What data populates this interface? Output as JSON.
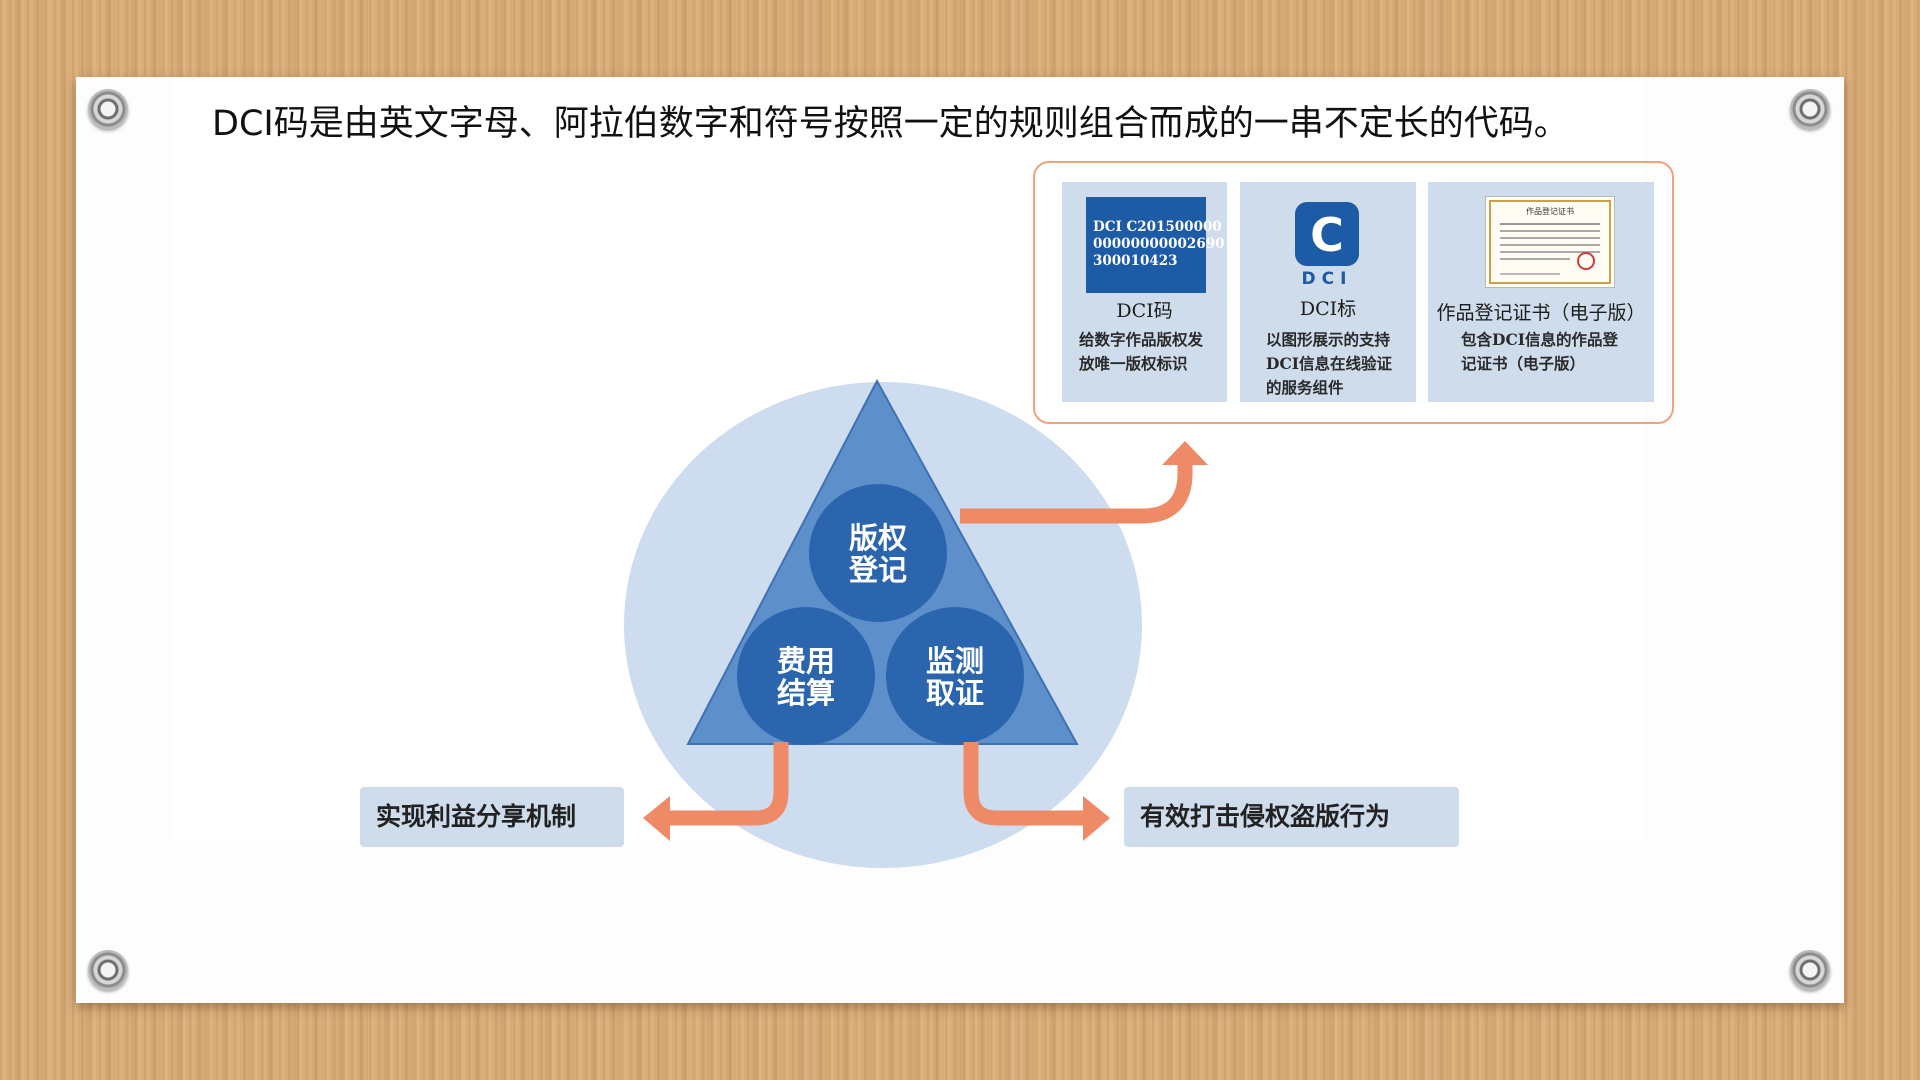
{
  "slide": {
    "headline": "DCI码是由英文字母、阿拉伯数字和符号按照一定的规则组合而成的一串不定长的代码。"
  },
  "cards": [
    {
      "id": "dci-code",
      "code_lines": [
        "DCI C201500000",
        "00000000002690",
        "300010423"
      ],
      "title": "DCI码",
      "desc_lines": [
        "给数字作品版权发",
        "放唯一版权标识"
      ]
    },
    {
      "id": "dci-mark",
      "logo_letter": "C",
      "logo_text": "DCI",
      "title": "DCI标",
      "desc_lines": [
        "以图形展示的支持",
        "DCI信息在线验证",
        "的服务组件"
      ]
    },
    {
      "id": "certificate",
      "cert_heading": "作品登记证书",
      "title": "作品登记证书（电子版）",
      "desc_lines": [
        "包含DCI信息的作品登",
        "记证书（电子版）"
      ]
    }
  ],
  "triangle": {
    "nodes": [
      {
        "id": "registration",
        "lines": [
          "版权",
          "登记"
        ]
      },
      {
        "id": "settlement",
        "lines": [
          "费用",
          "结算"
        ]
      },
      {
        "id": "monitoring",
        "lines": [
          "监测",
          "取证"
        ]
      }
    ]
  },
  "outcomes": {
    "left": "实现利益分享机制",
    "right": "有效打击侵权盗版行为"
  },
  "colors": {
    "circle_bg": "#cddcee",
    "triangle": "#5d8fcb",
    "node": "#2a65ae",
    "arrow": "#ef8a66",
    "card_bg": "#cfdcec",
    "frame": "#f0a27d",
    "dci_blue": "#1d5ba6"
  }
}
